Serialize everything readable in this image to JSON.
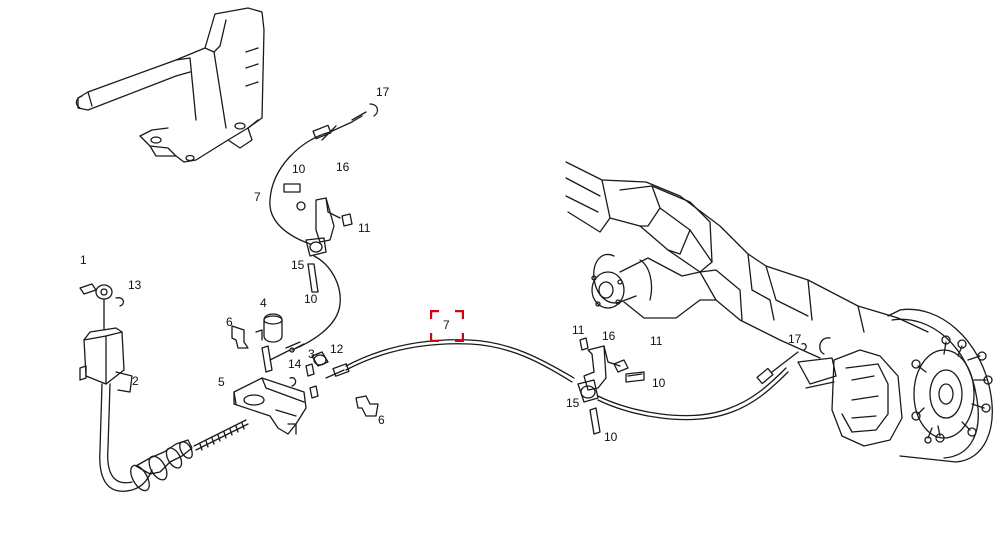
{
  "diagram": {
    "highlight_color": "#d0021b",
    "line_color": "#1a1a1a",
    "callouts": {
      "c1": "1",
      "c13": "13",
      "c2": "2",
      "c4": "4",
      "c6a": "6",
      "c5": "5",
      "c14": "14",
      "c3": "3",
      "c12": "12",
      "c6b": "6",
      "c7_top": "7",
      "c17_top": "17",
      "c16_top": "16",
      "c10_top": "10",
      "c11_top": "11",
      "c15_top": "15",
      "c10_mid": "10",
      "c7_selected": "7",
      "c11_r1": "11",
      "c16_r": "16",
      "c11_r2": "11",
      "c10_r1": "10",
      "c15_r": "15",
      "c10_r2": "10",
      "c17_r": "17"
    },
    "parts": [
      "handbrake-lever",
      "axle-assembly",
      "brake-disc",
      "front-cable",
      "rear-cable-left",
      "rear-cable-right",
      "equalizer-bracket"
    ]
  }
}
